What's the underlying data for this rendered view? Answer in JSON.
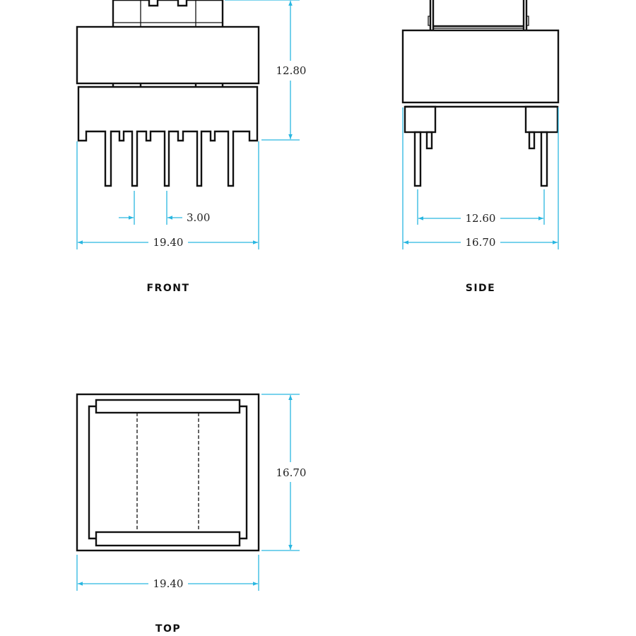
{
  "views": {
    "front": {
      "label": "FRONT",
      "dims": {
        "height": "12.80",
        "pin_pitch": "3.00",
        "width": "19.40"
      }
    },
    "side": {
      "label": "SIDE",
      "dims": {
        "pin_span": "12.60",
        "width": "16.70"
      }
    },
    "top": {
      "label": "TOP",
      "dims": {
        "depth": "16.70",
        "width": "19.40"
      }
    }
  },
  "colors": {
    "outline": "#111111",
    "dimension": "#29b6e0"
  }
}
